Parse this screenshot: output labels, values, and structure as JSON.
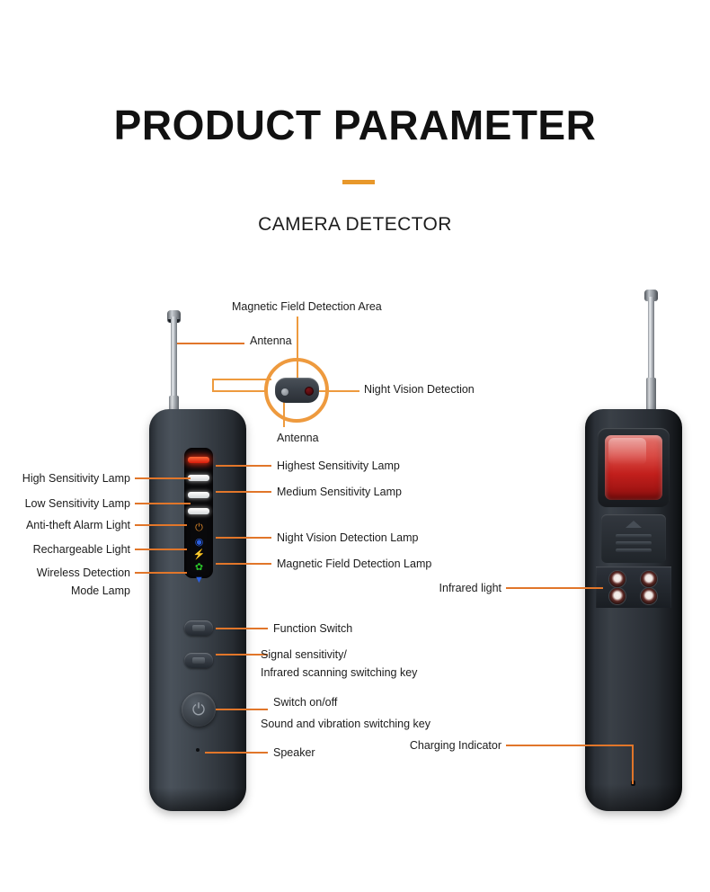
{
  "header": {
    "title": "PRODUCT PARAMETER",
    "subtitle": "CAMERA DETECTOR",
    "accent_color": "#E8982B"
  },
  "theme": {
    "leader_line_color": "#E1762A",
    "magnifier_color": "#EE9A3E",
    "body_color": "#3a4047",
    "lens_color": "#c21f1c"
  },
  "magnifier": {
    "labels": {
      "magnetic_field": "Magnetic Field Detection Area",
      "antenna_top": "Antenna",
      "antenna_bottom": "Antenna",
      "night_vision": "Night Vision Detection"
    }
  },
  "front_device": {
    "left_labels": [
      {
        "text": "High Sensitivity Lamp"
      },
      {
        "text": "Low Sensitivity Lamp"
      },
      {
        "text": "Anti-theft Alarm Light"
      },
      {
        "text": "Rechargeable Light"
      },
      {
        "text": "Wireless Detection"
      },
      {
        "text": "Mode Lamp"
      }
    ],
    "right_labels": [
      {
        "text": "Highest Sensitivity Lamp"
      },
      {
        "text": "Medium Sensitivity Lamp"
      },
      {
        "text": "Night Vision Detection Lamp"
      },
      {
        "text": "Magnetic Field Detection Lamp"
      }
    ],
    "control_labels": [
      {
        "text": "Function Switch"
      },
      {
        "text": "Signal sensitivity/"
      },
      {
        "text": "Infrared scanning switching key"
      },
      {
        "text": "Switch on/off"
      },
      {
        "text": "Sound and vibration switching key"
      },
      {
        "text": "Speaker"
      }
    ],
    "leds": [
      {
        "name": "highest-sensitivity",
        "kind": "bar",
        "color": "#e42e14"
      },
      {
        "name": "high-sensitivity",
        "kind": "bar",
        "color": "#ffffff"
      },
      {
        "name": "medium-sensitivity",
        "kind": "bar",
        "color": "#ffffff"
      },
      {
        "name": "low-sensitivity",
        "kind": "bar",
        "color": "#ffffff"
      },
      {
        "name": "anti-theft-alarm",
        "kind": "icon",
        "glyph": "⏻",
        "color": "#e08a2a"
      },
      {
        "name": "night-vision",
        "kind": "icon",
        "glyph": "◉",
        "color": "#2b5fe0"
      },
      {
        "name": "rechargeable",
        "kind": "icon",
        "glyph": "⚡",
        "color": "#e02020"
      },
      {
        "name": "magnetic-field",
        "kind": "icon",
        "glyph": "✿",
        "color": "#2ac42a"
      },
      {
        "name": "wireless-detection-mode",
        "kind": "icon",
        "glyph": "▼",
        "color": "#2b5fe0"
      }
    ]
  },
  "back_device": {
    "labels": [
      {
        "text": "Infrared light"
      },
      {
        "text": "Charging Indicator"
      }
    ],
    "infrared_led_count": 4
  }
}
